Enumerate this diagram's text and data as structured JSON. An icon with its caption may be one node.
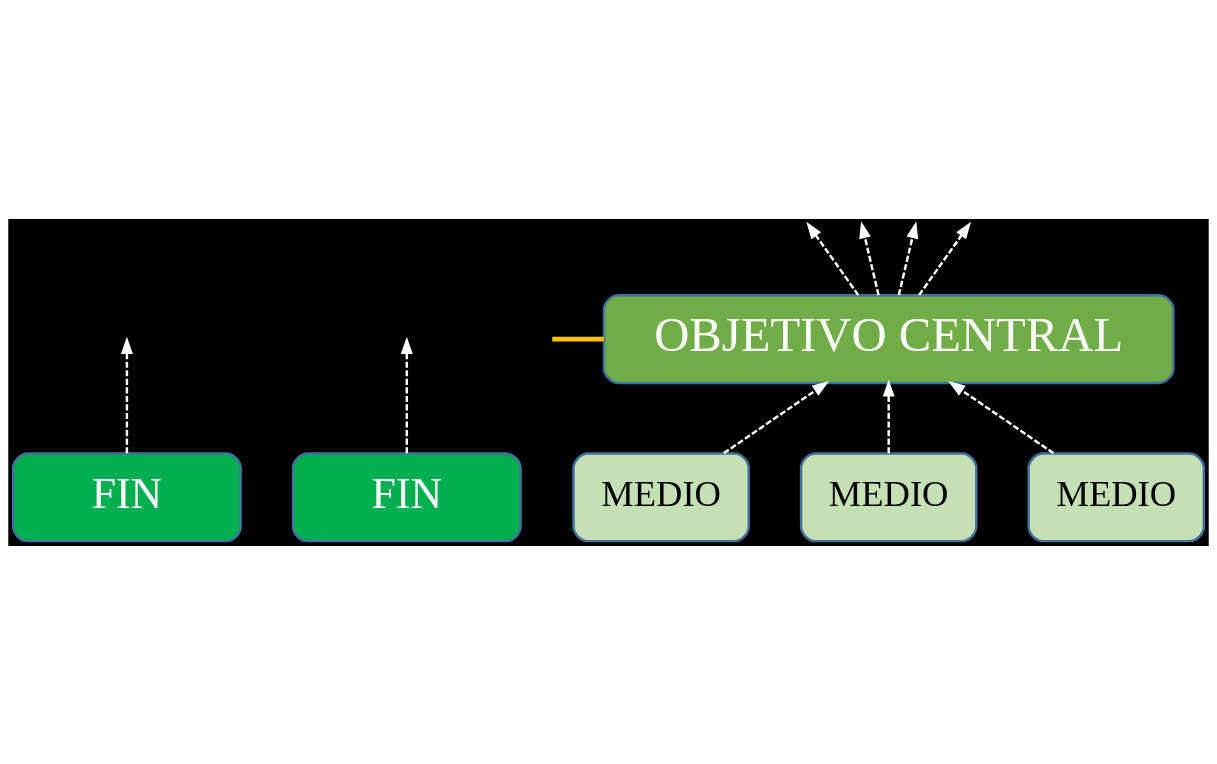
{
  "diagram": {
    "nodes": [
      {
        "text": [
          "FIN"
        ]
      },
      {
        "text": [
          "FIN"
        ]
      },
      {
        "text": [
          "OBJETIVO CENTRAL"
        ]
      },
      {
        "text": [
          "MEDIO"
        ]
      },
      {
        "text": [
          "MEDIO"
        ]
      },
      {
        "text": [
          "MEDIO"
        ]
      }
    ],
    "edges": [
      {
        "from": 0,
        "to": null,
        "arrow": "to",
        "style": "dashed"
      },
      {
        "from": 1,
        "to": null,
        "arrow": "to",
        "style": "dashed"
      },
      {
        "from": 2,
        "to": null,
        "arrow": "to",
        "style": "dashed"
      },
      {
        "from": 2,
        "to": null,
        "arrow": "to",
        "style": "dashed"
      },
      {
        "from": 2,
        "to": null,
        "arrow": "to",
        "style": "dashed"
      },
      {
        "from": 2,
        "to": null,
        "arrow": "to",
        "style": "dashed"
      },
      {
        "from": 3,
        "to": 2,
        "arrow": "to",
        "style": "dashed"
      },
      {
        "from": 4,
        "to": 2,
        "arrow": "to",
        "style": "dashed"
      },
      {
        "from": 5,
        "to": 2,
        "arrow": "to",
        "style": "dashed"
      },
      {
        "from": null,
        "to": 2,
        "arrow": "none",
        "color": "#ffc000",
        "style": "thick"
      }
    ]
  }
}
